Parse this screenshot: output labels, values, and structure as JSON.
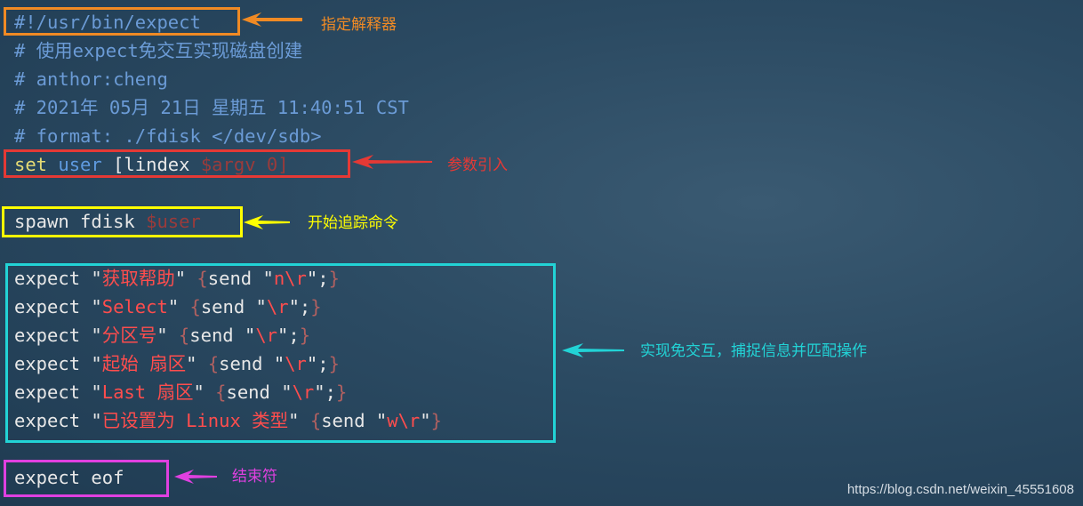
{
  "code": {
    "shebang": "#!/usr/bin/expect",
    "comment1": "# 使用expect免交互实现磁盘创建",
    "comment2": "# anthor:cheng",
    "comment3": "# 2021年 05月 21日 星期五 11:40:51 CST",
    "comment4": "# format: ./fdisk </dev/sdb>",
    "set_line": {
      "kw": "set",
      "var": "user",
      "open": "[lindex ",
      "arg": "$argv 0]"
    },
    "spawn_line": {
      "cmd": "spawn fdisk ",
      "arg": "$user"
    },
    "expect_lines": [
      {
        "kw": "expect ",
        "q1": "\"",
        "str": "获取帮助",
        "q2": "\"",
        "b1": " {",
        "send": "send \"",
        "val": "n\\r",
        "end": "\";",
        "b2": "}"
      },
      {
        "kw": "expect ",
        "q1": "\"",
        "str": "Select",
        "q2": "\"",
        "b1": " {",
        "send": "send \"",
        "val": "\\r",
        "end": "\";",
        "b2": "}"
      },
      {
        "kw": "expect ",
        "q1": "\"",
        "str": "分区号",
        "q2": "\"",
        "b1": " {",
        "send": "send \"",
        "val": "\\r",
        "end": "\";",
        "b2": "}"
      },
      {
        "kw": "expect ",
        "q1": "\"",
        "str": "起始 扇区",
        "q2": "\"",
        "b1": " {",
        "send": "send \"",
        "val": "\\r",
        "end": "\";",
        "b2": "}"
      },
      {
        "kw": "expect ",
        "q1": "\"",
        "str": "Last 扇区",
        "q2": "\"",
        "b1": " {",
        "send": "send \"",
        "val": "\\r",
        "end": "\";",
        "b2": "}"
      },
      {
        "kw": "expect ",
        "q1": "\"",
        "str": "已设置为 Linux 类型",
        "q2": "\"",
        "b1": " {",
        "send": "send \"",
        "val": "w\\r",
        "end": "\"",
        "b2": "}"
      }
    ],
    "eof_line": "expect eof"
  },
  "annotations": {
    "interpreter": "指定解释器",
    "params": "参数引入",
    "spawn": "开始追踪命令",
    "interact": "实现免交互，捕捉信息并匹配操作",
    "eof": "结束符"
  },
  "colors": {
    "orange": "#f08a24",
    "red": "#e53935",
    "yellow": "#ffff00",
    "cyan": "#22d3d6",
    "magenta": "#e040e0"
  },
  "watermark": "https://blog.csdn.net/weixin_45551608"
}
